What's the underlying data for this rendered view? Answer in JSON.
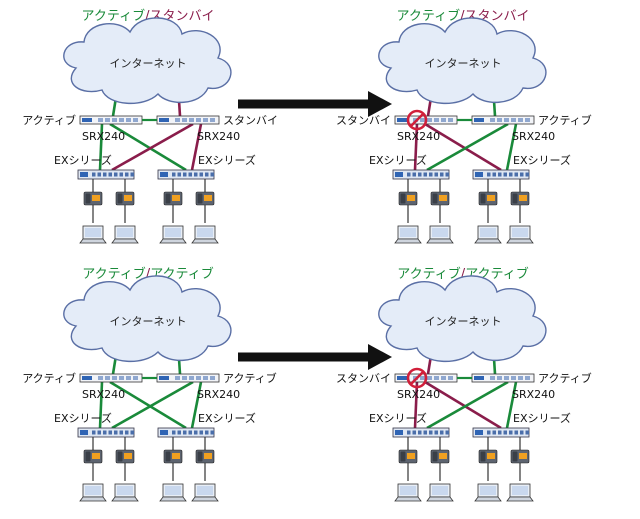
{
  "colors": {
    "active": "#1a8a3a",
    "standby": "#8a1d4b",
    "arrow": "#111111",
    "cloud_fill": "#e4ecf8",
    "cloud_stroke": "#5a6fa5",
    "device": "#2f64b4",
    "no_symbol": "#d11f3a"
  },
  "labels": {
    "internet": "インターネット",
    "srx": "SRX240",
    "ex": "EXシリーズ",
    "active": "アクティブ",
    "standby": "スタンバイ",
    "separator": "/"
  },
  "icons": {
    "cloud": "cloud-icon",
    "router": "srx-router-icon",
    "switch": "ex-switch-icon",
    "phone": "ip-phone-icon",
    "laptop": "laptop-icon",
    "arrow": "right-arrow-icon",
    "no": "no-symbol-icon"
  },
  "panels": [
    {
      "id": "as-before",
      "title": [
        {
          "text": "アクティブ",
          "role": "active"
        },
        {
          "text": "/",
          "role": "sep"
        },
        {
          "text": "スタンバイ",
          "role": "standby"
        }
      ],
      "left_srx_state": "active",
      "left_srx_label": "アクティブ",
      "right_srx_state": "standby",
      "right_srx_label": "スタンバイ",
      "left_failed": false
    },
    {
      "id": "as-after",
      "title": [
        {
          "text": "アクティブ",
          "role": "active"
        },
        {
          "text": "/",
          "role": "sep"
        },
        {
          "text": "スタンバイ",
          "role": "standby"
        }
      ],
      "left_srx_state": "standby",
      "left_srx_label": "スタンバイ",
      "right_srx_state": "active",
      "right_srx_label": "アクティブ",
      "left_failed": true
    },
    {
      "id": "aa-before",
      "title": [
        {
          "text": "アクティブ",
          "role": "active"
        },
        {
          "text": "/",
          "role": "sep"
        },
        {
          "text": "アクティブ",
          "role": "active"
        }
      ],
      "left_srx_state": "active",
      "left_srx_label": "アクティブ",
      "right_srx_state": "active",
      "right_srx_label": "アクティブ",
      "left_failed": false
    },
    {
      "id": "aa-after",
      "title": [
        {
          "text": "アクティブ",
          "role": "active"
        },
        {
          "text": "/",
          "role": "sep"
        },
        {
          "text": "アクティブ",
          "role": "active"
        }
      ],
      "left_srx_state": "standby",
      "left_srx_label": "スタンバイ",
      "right_srx_state": "active",
      "right_srx_label": "アクティブ",
      "left_failed": true
    }
  ]
}
